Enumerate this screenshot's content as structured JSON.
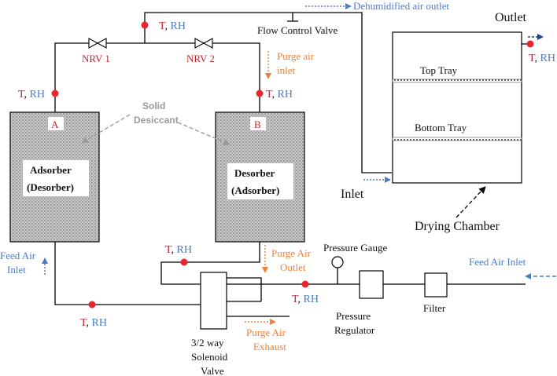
{
  "labels": {
    "dehumidified_outlet": "Dehumidified air outlet",
    "flow_control_valve": "Flow Control Valve",
    "nrv1": "NRV 1",
    "nrv2": "NRV 2",
    "purge_air_inlet_l1": "Purge air",
    "purge_air_inlet_l2": "inlet",
    "solid_desiccant_l1": "Solid",
    "solid_desiccant_l2": "Desiccant",
    "column_a_tag": "A",
    "column_b_tag": "B",
    "adsorber_l1": "Adsorber",
    "adsorber_l2": "(Desorber)",
    "desorber_l1": "Desorber",
    "desorber_l2": "(Adsorber)",
    "outlet": "Outlet",
    "top_tray": "Top Tray",
    "bottom_tray": "Bottom Tray",
    "inlet": "Inlet",
    "drying_chamber": "Drying Chamber",
    "feed_air_inlet_left_l1": "Feed Air",
    "feed_air_inlet_left_l2": "Inlet",
    "purge_air_outlet_l1": "Purge Air",
    "purge_air_outlet_l2": "Outlet",
    "pressure_gauge": "Pressure Gauge",
    "feed_air_inlet_right": "Feed Air Inlet",
    "pressure_regulator_l1": "Pressure",
    "pressure_regulator_l2": "Regulator",
    "filter": "Filter",
    "purge_air_exhaust_l1": "Purge Air",
    "purge_air_exhaust_l2": "Exhaust",
    "solenoid_l1": "3/2 way",
    "solenoid_l2": "Solenoid",
    "solenoid_l3": "Valve"
  },
  "sensor": {
    "t": "T",
    "sep": ", ",
    "rh": "RH"
  },
  "colors": {
    "sensor_dot": "#e8262d",
    "t_label": "#c0272d",
    "rh_label": "#4a7cc7",
    "purge_flow": "#e8823a",
    "feed_flow": "#4a7cc7",
    "desiccant_label": "#9a9a9a",
    "column_fill": "#b8b8b8"
  }
}
